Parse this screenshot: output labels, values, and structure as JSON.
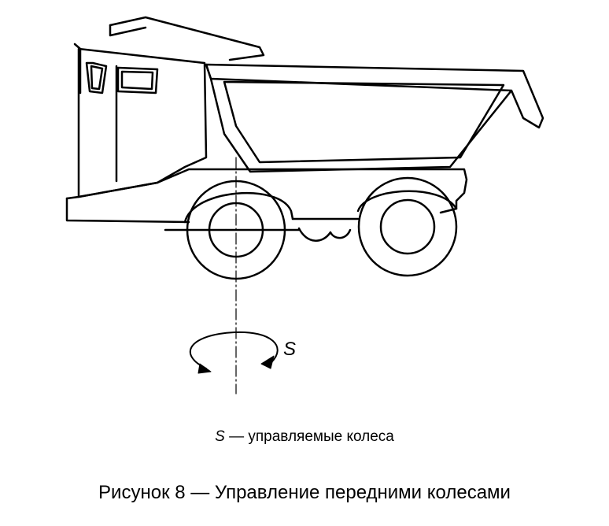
{
  "diagram": {
    "rotation_label": "S"
  },
  "legend": {
    "symbol": "S",
    "text": " — управляемые колеса"
  },
  "caption": "Рисунок 8 — Управление передними колесами"
}
